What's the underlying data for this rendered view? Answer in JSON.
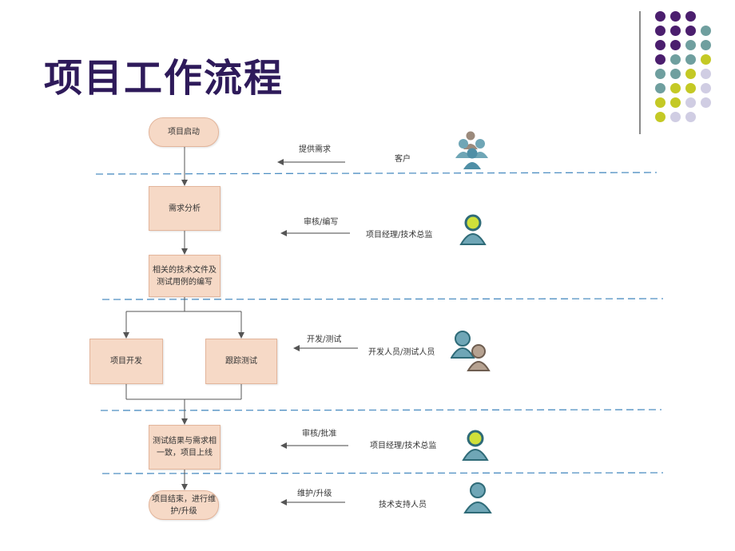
{
  "title": "项目工作流程",
  "colors": {
    "title": "#2e1a5a",
    "box_fill": "#f6d9c6",
    "box_border": "#e3b59b",
    "dashed": "#4f8fc2",
    "dot_purple": "#4b1e6e",
    "dot_teal": "#6f9f9f",
    "dot_yellow": "#c4c925",
    "dot_lavender": "#d0cde3"
  },
  "flow": {
    "start": "项目启动",
    "analysis": "需求分析",
    "docs": "相关的技术文件及\n测试用例的编写",
    "dev": "项目开发",
    "test": "跟踪测试",
    "golive": "测试结果与需求相\n一致，项目上线",
    "end": "项目结束，进行维\n护/升级"
  },
  "roles": [
    {
      "action": "提供需求",
      "person": "客户",
      "icon": "group-users-icon"
    },
    {
      "action": "审核/编写",
      "person": "项目经理/技术总监",
      "icon": "yellow-user-icon"
    },
    {
      "action": "开发/测试",
      "person": "开发人员/测试人员",
      "icon": "two-users-icon"
    },
    {
      "action": "审核/批准",
      "person": "项目经理/技术总监",
      "icon": "yellow-user-icon"
    },
    {
      "action": "维护/升级",
      "person": "技术支持人员",
      "icon": "teal-user-icon"
    }
  ]
}
